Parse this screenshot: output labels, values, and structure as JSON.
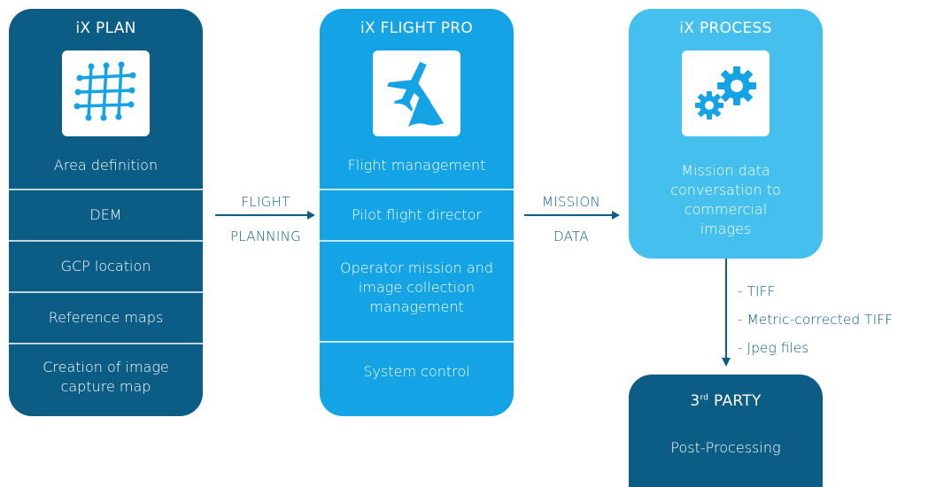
{
  "panels": {
    "plan": {
      "title": "iX PLAN",
      "icon": "grid-icon",
      "items": [
        "Area definition",
        "DEM",
        "GCP location",
        "Reference maps",
        "Creation of image capture map"
      ]
    },
    "flight": {
      "title": "iX FLIGHT PRO",
      "icon": "airplane-icon",
      "items": [
        "Flight management",
        "Pilot flight director",
        "Operator mission and image collection management",
        "System control"
      ]
    },
    "process": {
      "title": "iX PROCESS",
      "icon": "gears-icon",
      "items": [
        "Mission data conversation to commercial images"
      ]
    },
    "third": {
      "title_num": "3",
      "title_sup": "rd",
      "title_rest": " PARTY",
      "items": [
        "Post-Processing"
      ]
    }
  },
  "connectors": {
    "flight_planning": {
      "top": "FLIGHT",
      "bottom": "PLANNING"
    },
    "mission_data": {
      "top": "MISSION",
      "bottom": "DATA"
    }
  },
  "output_formats": [
    "- TIFF",
    "- Metric-corrected TIFF",
    "- Jpeg files"
  ],
  "colors": {
    "dark_blue": "#0c5d85",
    "mid_blue": "#14a3e4",
    "light_blue": "#45c0ee",
    "white": "#ffffff"
  }
}
